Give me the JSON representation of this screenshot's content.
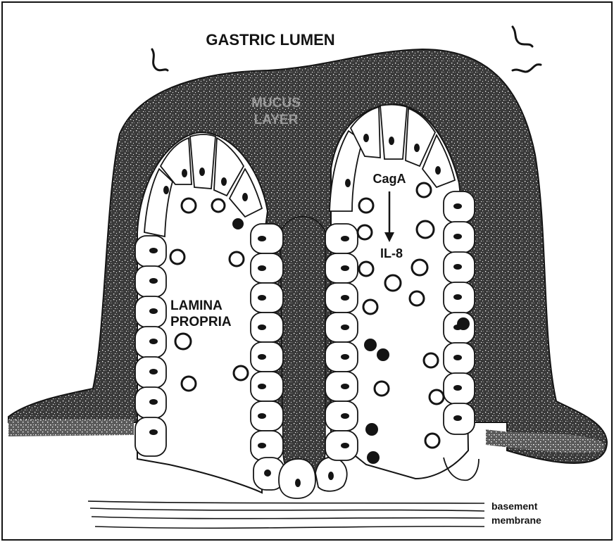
{
  "labels": {
    "lumen": "GASTRIC LUMEN",
    "mucus_line1": "MUCUS",
    "mucus_line2": "LAYER",
    "caga": "CagA",
    "il8": "IL-8",
    "lamina_line1": "LAMINA",
    "lamina_line2": "PROPRIA",
    "basement_line1": "basement",
    "basement_line2": "membrane"
  },
  "colors": {
    "ink": "#141414",
    "mucus": "#2a2a2a",
    "paper": "#ffffff"
  },
  "icons": [
    "bacterium-icon",
    "epithelial-cell-icon",
    "immune-cell-icon",
    "arrow-icon"
  ]
}
